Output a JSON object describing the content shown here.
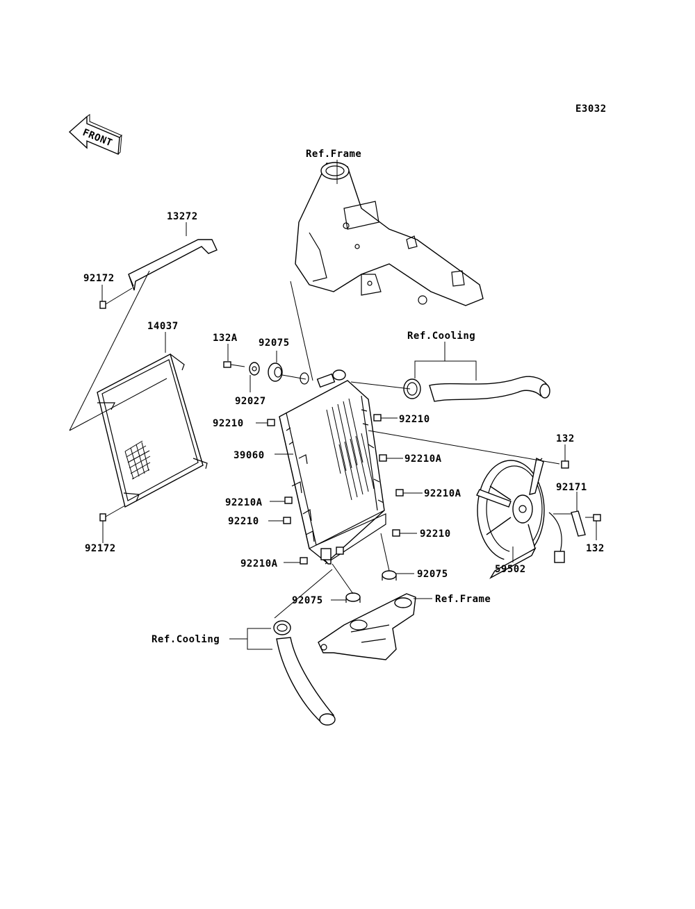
{
  "diagram_id": "E3032",
  "front_marker": "FRONT",
  "labels": {
    "ref_frame_top": "Ref.Frame",
    "ref_cooling_top": "Ref.Cooling",
    "ref_frame_bottom": "Ref.Frame",
    "ref_cooling_bottom": "Ref.Cooling",
    "p13272": "13272",
    "p92172_top": "92172",
    "p14037": "14037",
    "p92172_bottom": "92172",
    "p132A": "132A",
    "p92075_top": "92075",
    "p92027": "92027",
    "p92210_l1": "92210",
    "p39060": "39060",
    "p92210A_l1": "92210A",
    "p92210_l2": "92210",
    "p92210A_l2": "92210A",
    "p92210_r1": "92210",
    "p92210A_r1": "92210A",
    "p92210A_r2": "92210A",
    "p92210_r2": "92210",
    "p92075_mid": "92075",
    "p92075_low": "92075",
    "p132_top": "132",
    "p92171": "92171",
    "p132_bottom": "132",
    "p59502": "59502"
  }
}
